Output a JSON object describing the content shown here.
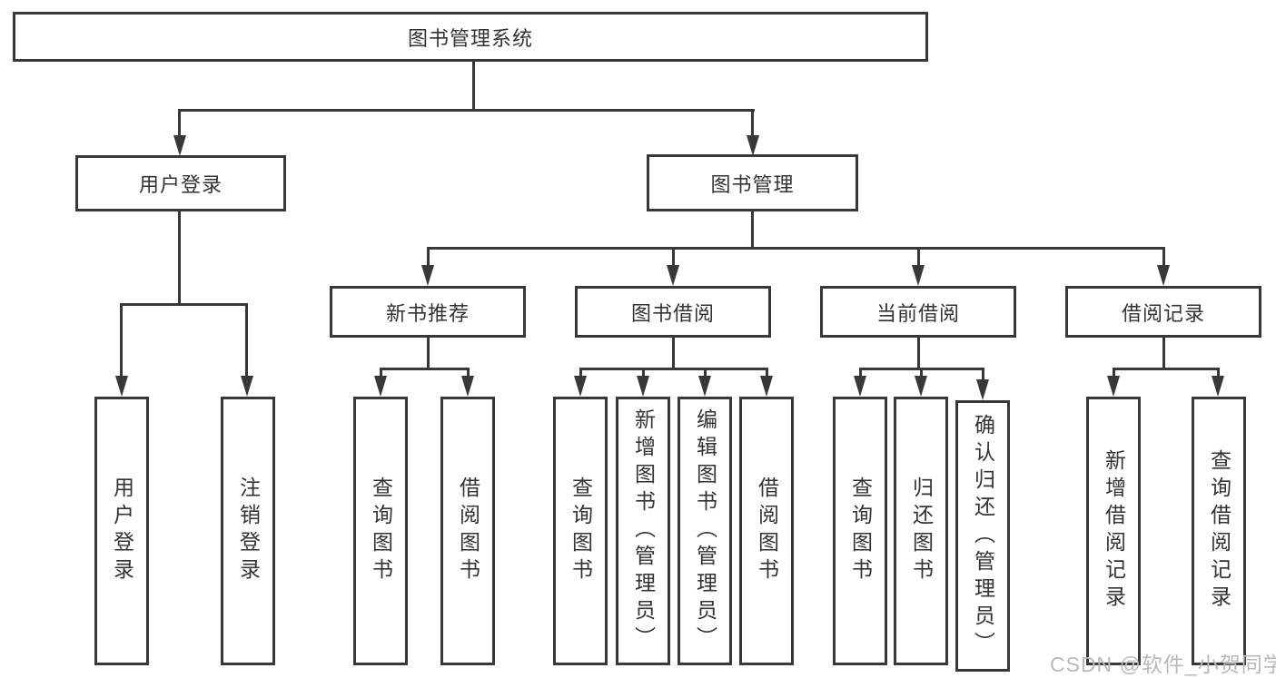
{
  "colors": {
    "line": "#383838",
    "text": "#333333",
    "watermark": "#b9b9b9",
    "background": "#ffffff"
  },
  "watermark": {
    "text": "CSDN @软件_小贺同学"
  },
  "tree": {
    "root": {
      "label": "图书管理系统"
    },
    "branches": [
      {
        "label": "用户登录",
        "children": [
          {
            "label": "用户登录"
          },
          {
            "label": "注销登录"
          }
        ]
      },
      {
        "label": "图书管理",
        "children": [
          {
            "label": "新书推荐",
            "children": [
              {
                "label": "查询图书"
              },
              {
                "label": "借阅图书"
              }
            ]
          },
          {
            "label": "图书借阅",
            "children": [
              {
                "label": "查询图书"
              },
              {
                "label": "新增图书（管理员）"
              },
              {
                "label": "编辑图书（管理员）"
              },
              {
                "label": "借阅图书"
              }
            ]
          },
          {
            "label": "当前借阅",
            "children": [
              {
                "label": "查询图书"
              },
              {
                "label": "归还图书"
              },
              {
                "label": "确认归还（管理员）"
              }
            ]
          },
          {
            "label": "借阅记录",
            "children": [
              {
                "label": "新增借阅记录"
              },
              {
                "label": "查询借阅记录"
              }
            ]
          }
        ]
      }
    ]
  }
}
